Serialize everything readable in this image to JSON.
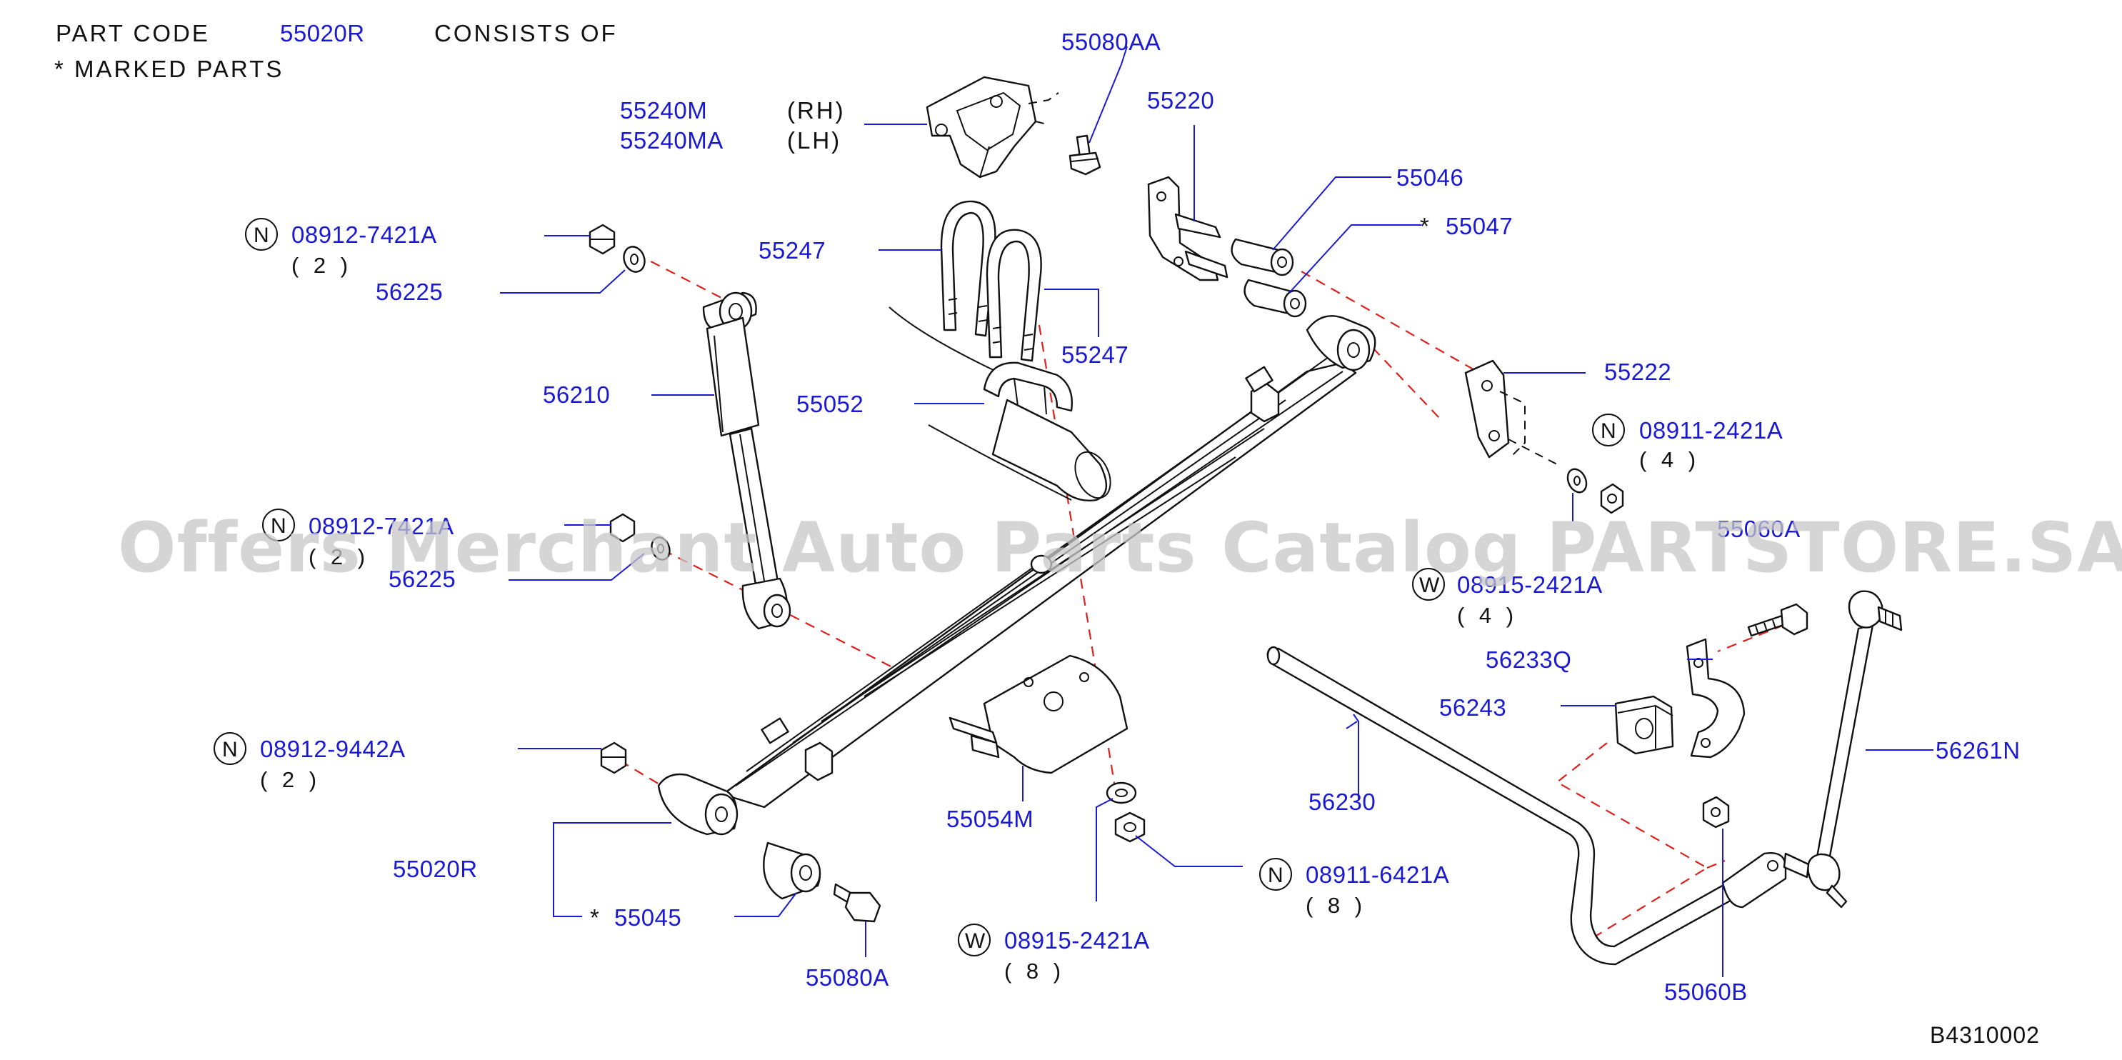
{
  "header": {
    "line1_part": "PART CODE",
    "line1_code": "55020R",
    "line1_rest": "CONSISTS OF",
    "line2": "* MARKED PARTS"
  },
  "labels": {
    "p55080AA": "55080AA",
    "p55240M": "55240M",
    "p55240M_side": "(RH)",
    "p55240MA": "55240MA",
    "p55240MA_side": "(LH)",
    "p55220": "55220",
    "p55046": "55046",
    "p55047_star": "*",
    "p55047": "55047",
    "p08912_7421A_a": "08912-7421A",
    "p08912_7421A_a_qty": "( 2 )",
    "p56225_a": "56225",
    "p55247_a": "55247",
    "p55247_b": "55247",
    "p55222": "55222",
    "p56210": "56210",
    "p55052": "55052",
    "p08911_2421A": "08911-2421A",
    "p08911_2421A_qty": "( 4 )",
    "p08912_7421A_b": "08912-7421A",
    "p08912_7421A_b_qty": "( 2 )",
    "p55060A": "55060A",
    "p56225_b": "56225",
    "p08915_2421A_a": "08915-2421A",
    "p08915_2421A_a_qty": "( 4 )",
    "p56233Q": "56233Q",
    "p56243": "56243",
    "p08912_9442A": "08912-9442A",
    "p08912_9442A_qty": "( 2 )",
    "p56261N": "56261N",
    "p56230": "56230",
    "p55054M": "55054M",
    "p55020R": "55020R",
    "p08911_6421A": "08911-6421A",
    "p08911_6421A_qty": "( 8 )",
    "p55045_star": "*",
    "p55045": "55045",
    "p08915_2421A_b": "08915-2421A",
    "p08915_2421A_b_qty": "( 8 )",
    "p55080A": "55080A",
    "p55060B": "55060B"
  },
  "markers": {
    "nut": "N",
    "washer": "W"
  },
  "diagram_id": "B4310002",
  "watermark": "Offers Merchant Auto Parts Catalog PARTSTORE.SA",
  "colors": {
    "label": "#1a1ad6",
    "leader": "#1a1ad6",
    "alignment_dash": "#e0201c",
    "part_outline": "#111111",
    "watermark": "#c8c8c8"
  }
}
